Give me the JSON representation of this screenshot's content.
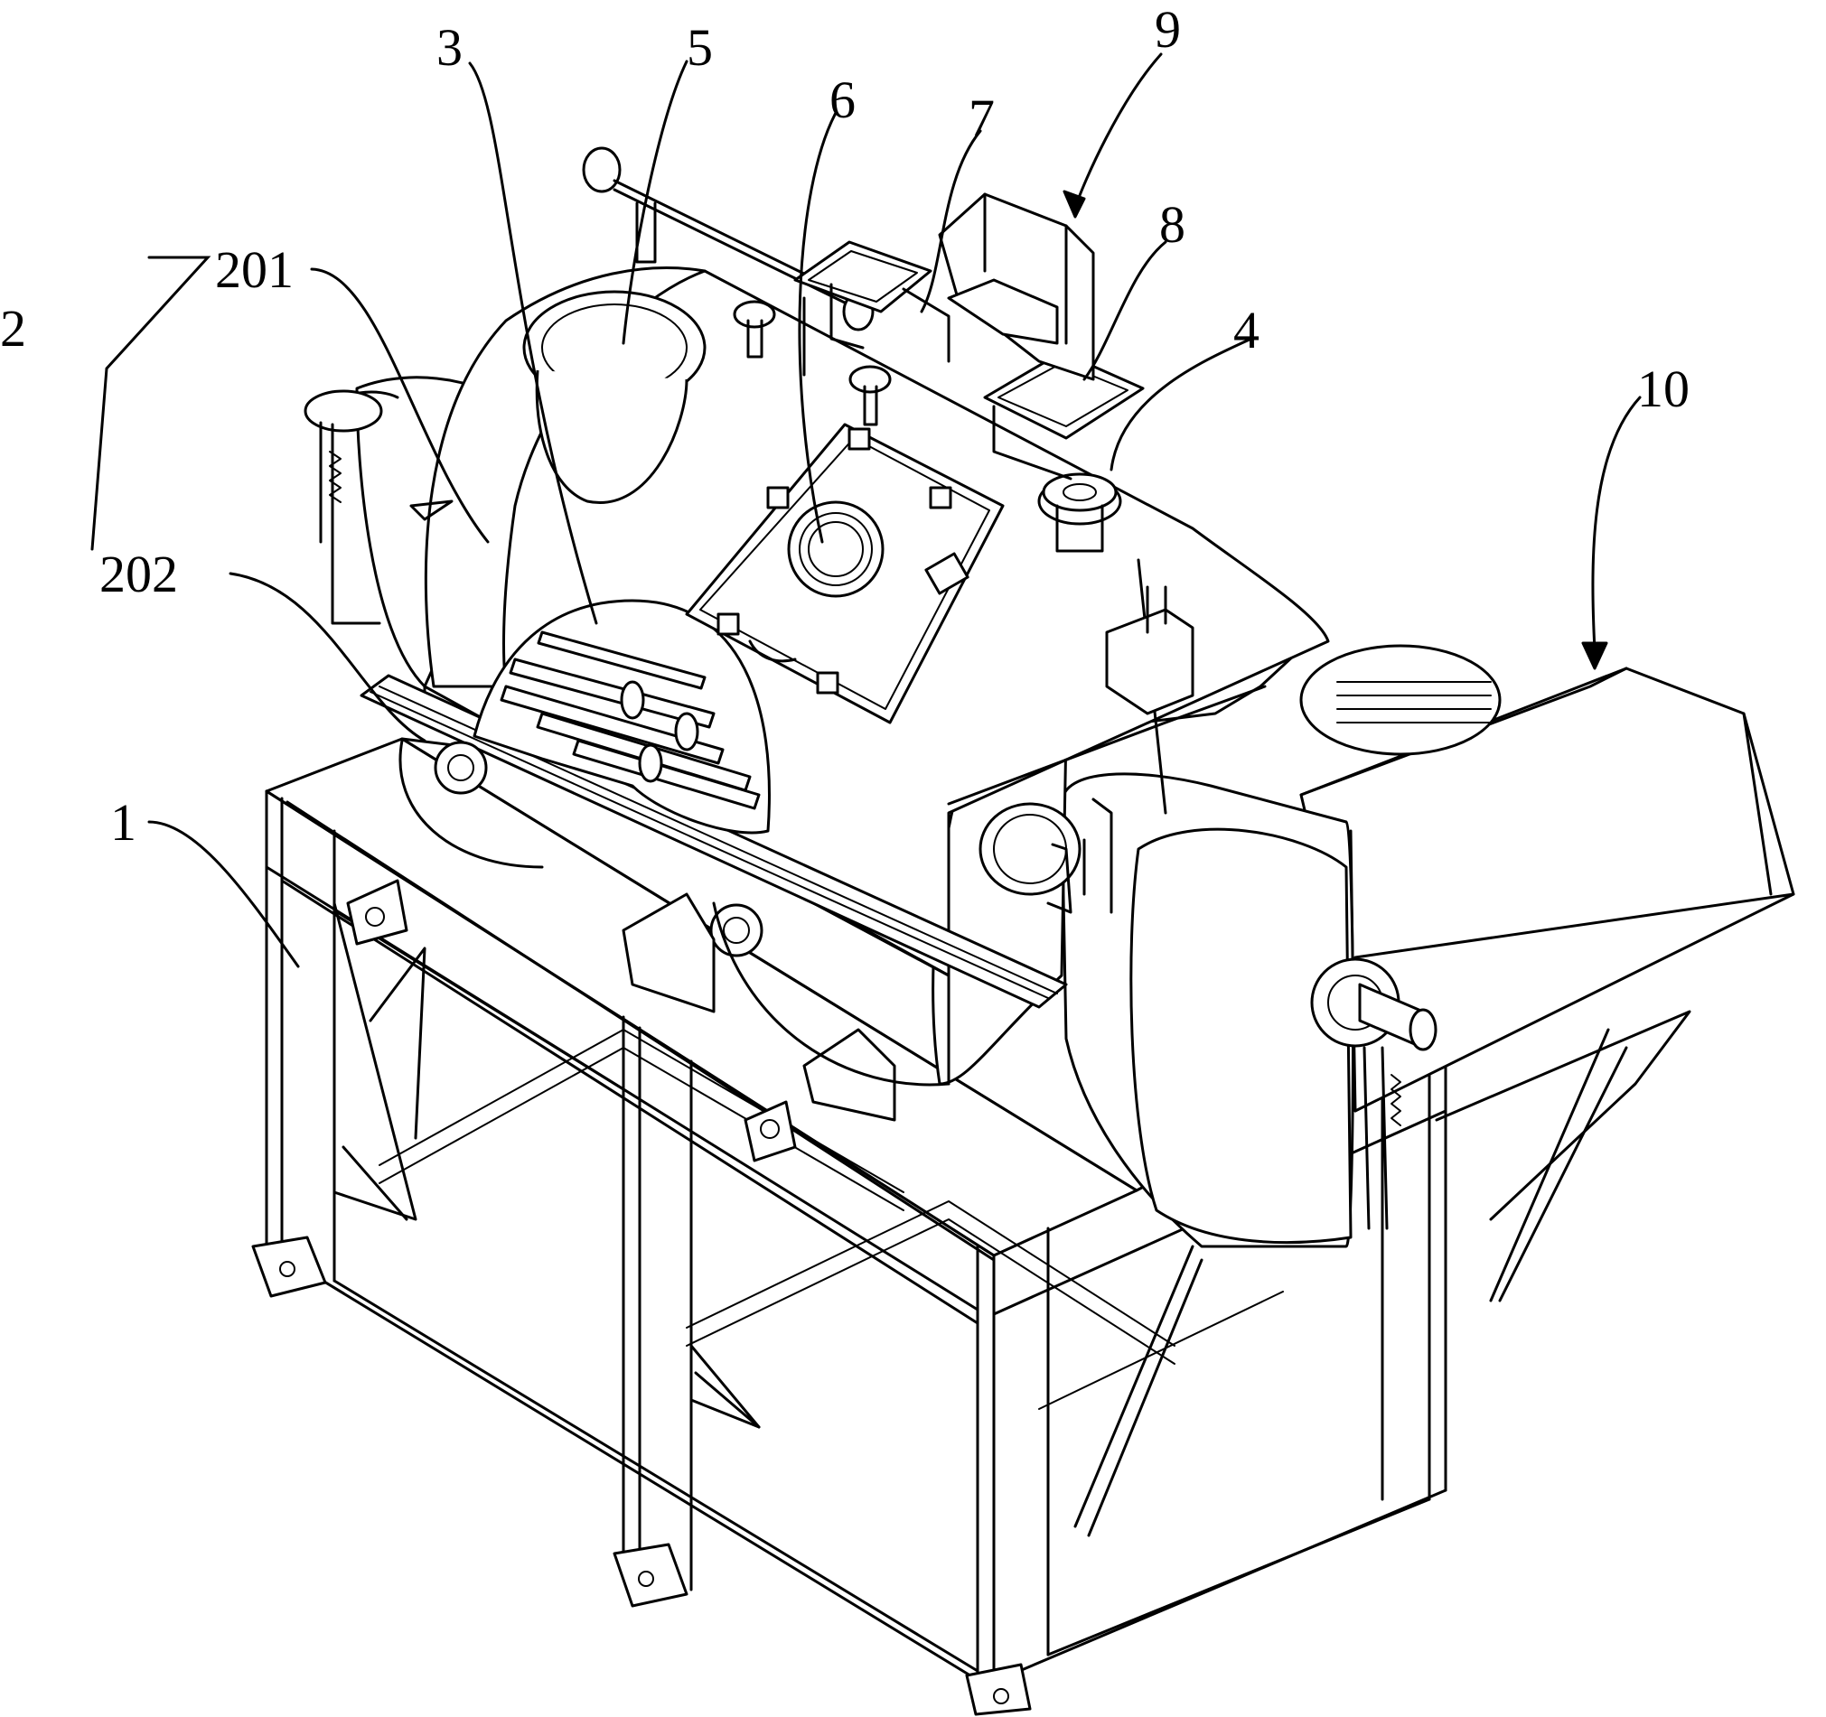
{
  "labels": {
    "l1": "1",
    "l2": "2",
    "l201": "201",
    "l202": "202",
    "l3": "3",
    "l4": "4",
    "l5": "5",
    "l6": "6",
    "l7": "7",
    "l8": "8",
    "l9": "9",
    "l10": "10"
  }
}
